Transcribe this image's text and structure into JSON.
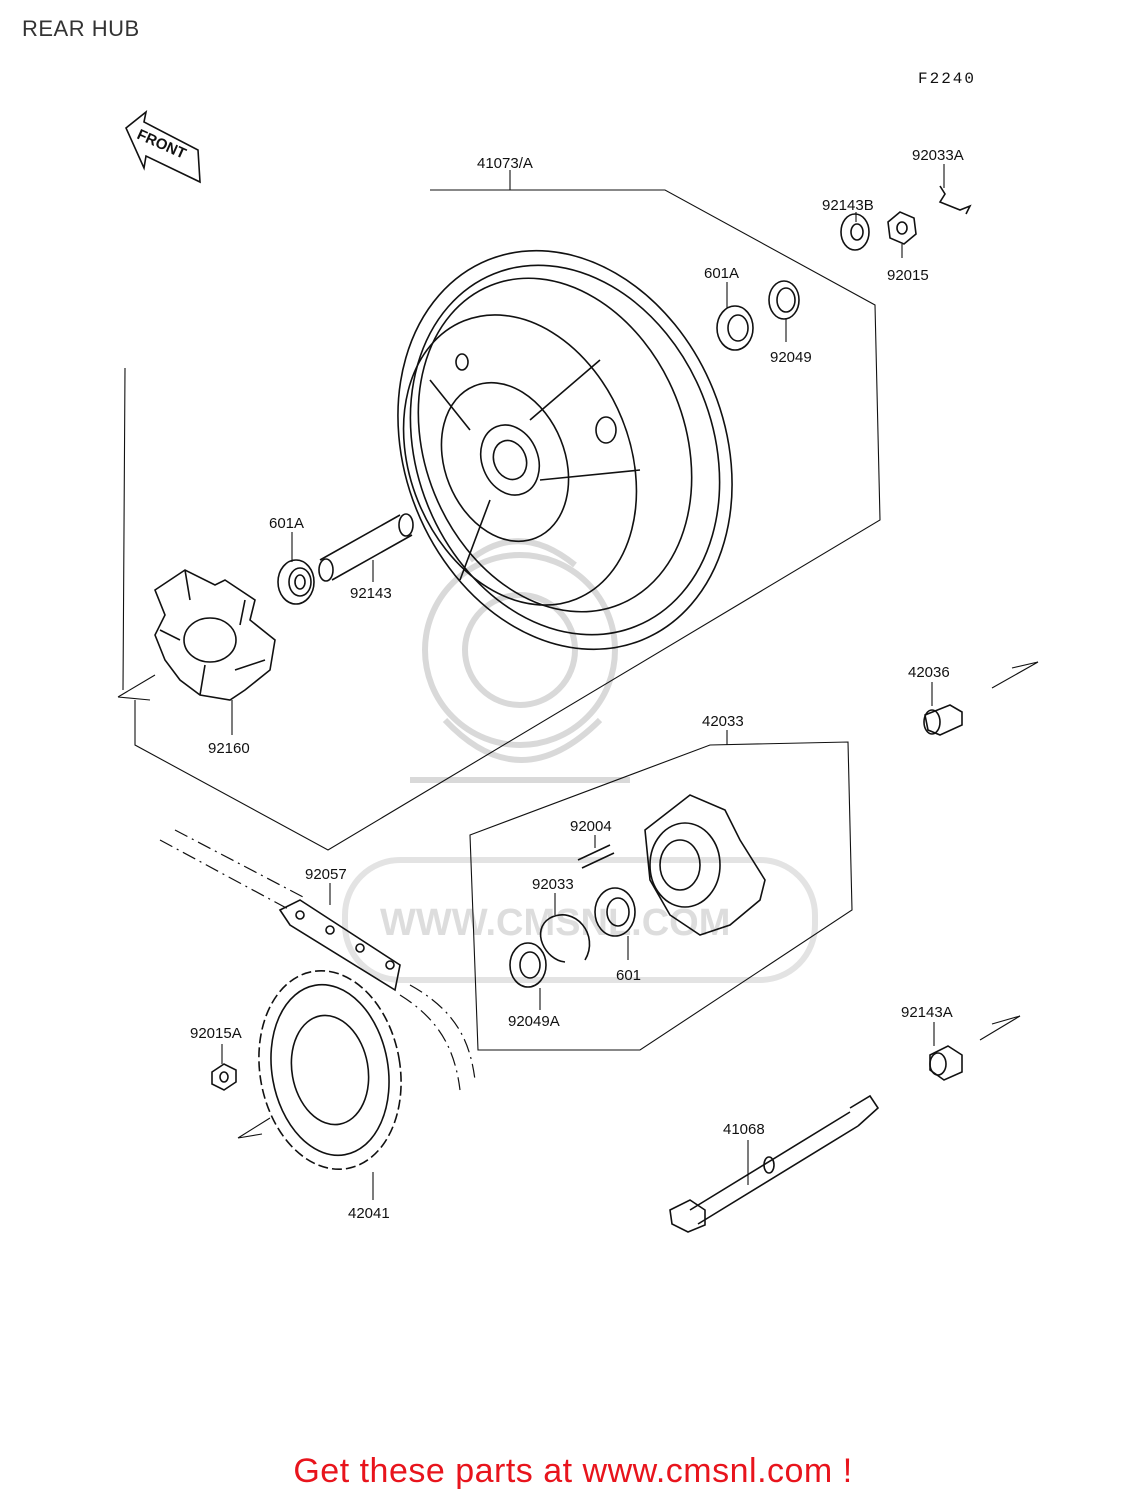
{
  "page": {
    "title": "REAR HUB",
    "diagram_code": "F2240"
  },
  "front_arrow": {
    "label": "FRONT"
  },
  "watermark": {
    "text": "WWW.CMSNL.COM"
  },
  "parts": [
    {
      "id": "41073A",
      "label": "41073/A"
    },
    {
      "id": "92033A",
      "label": "92033A"
    },
    {
      "id": "92143B",
      "label": "92143B"
    },
    {
      "id": "92015",
      "label": "92015"
    },
    {
      "id": "601A_top",
      "label": "601A"
    },
    {
      "id": "92049",
      "label": "92049"
    },
    {
      "id": "601A_left",
      "label": "601A"
    },
    {
      "id": "92143",
      "label": "92143"
    },
    {
      "id": "92160",
      "label": "92160"
    },
    {
      "id": "42036",
      "label": "42036"
    },
    {
      "id": "42033",
      "label": "42033"
    },
    {
      "id": "92004",
      "label": "92004"
    },
    {
      "id": "92033",
      "label": "92033"
    },
    {
      "id": "601",
      "label": "601"
    },
    {
      "id": "92049A",
      "label": "92049A"
    },
    {
      "id": "92057",
      "label": "92057"
    },
    {
      "id": "92015A",
      "label": "92015A"
    },
    {
      "id": "92143A",
      "label": "92143A"
    },
    {
      "id": "41068",
      "label": "41068"
    },
    {
      "id": "42041",
      "label": "42041"
    }
  ],
  "footer": {
    "cta": "Get these parts at www.cmsnl.com !",
    "cta_color": "#e8141c"
  }
}
